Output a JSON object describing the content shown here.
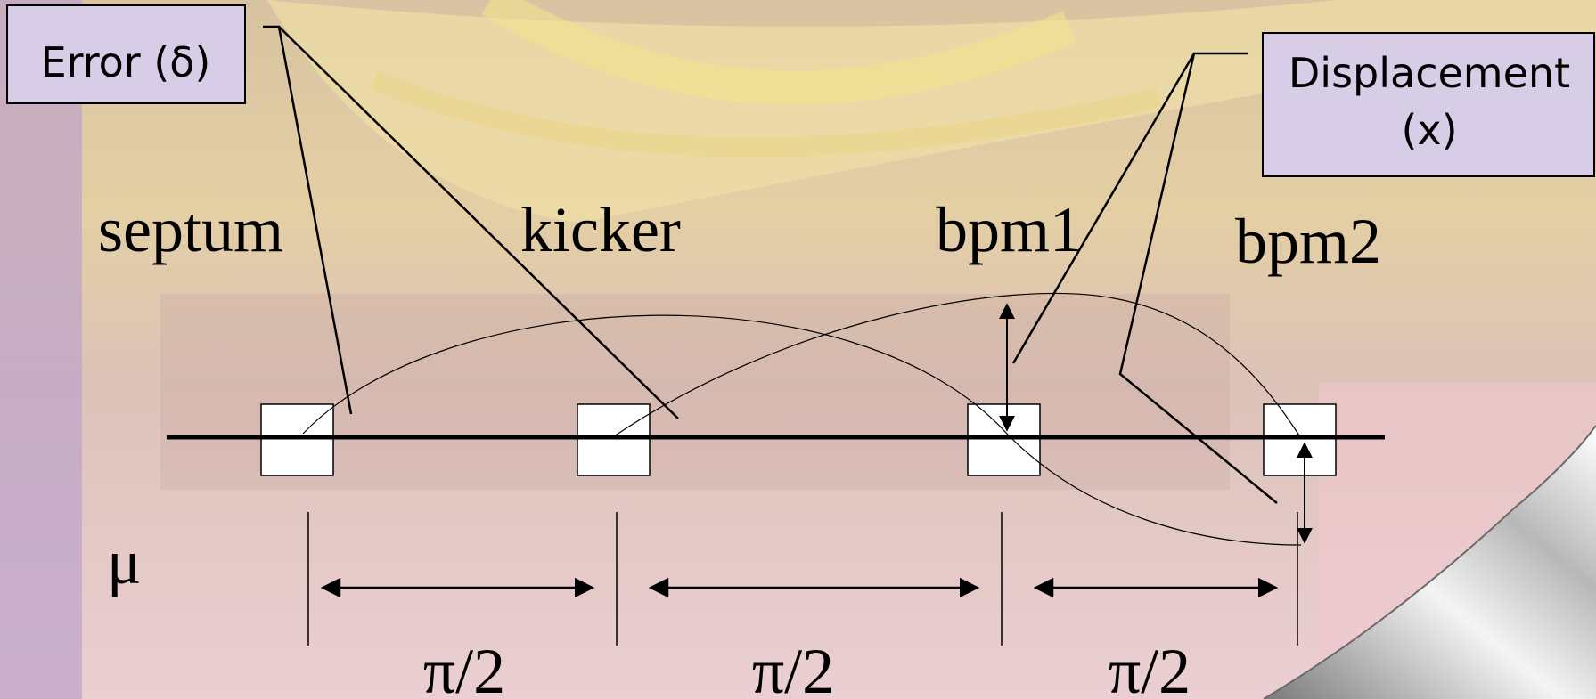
{
  "callouts": {
    "error": "Error (δ)",
    "displacement_line1": "Displacement",
    "displacement_line2": "(x)"
  },
  "elements": {
    "septum": "septum",
    "kicker": "kicker",
    "bpm1": "bpm1",
    "bpm2": "bpm2"
  },
  "phase": {
    "symbol": "μ",
    "intervals": [
      "π/2",
      "π/2",
      "π/2"
    ]
  }
}
